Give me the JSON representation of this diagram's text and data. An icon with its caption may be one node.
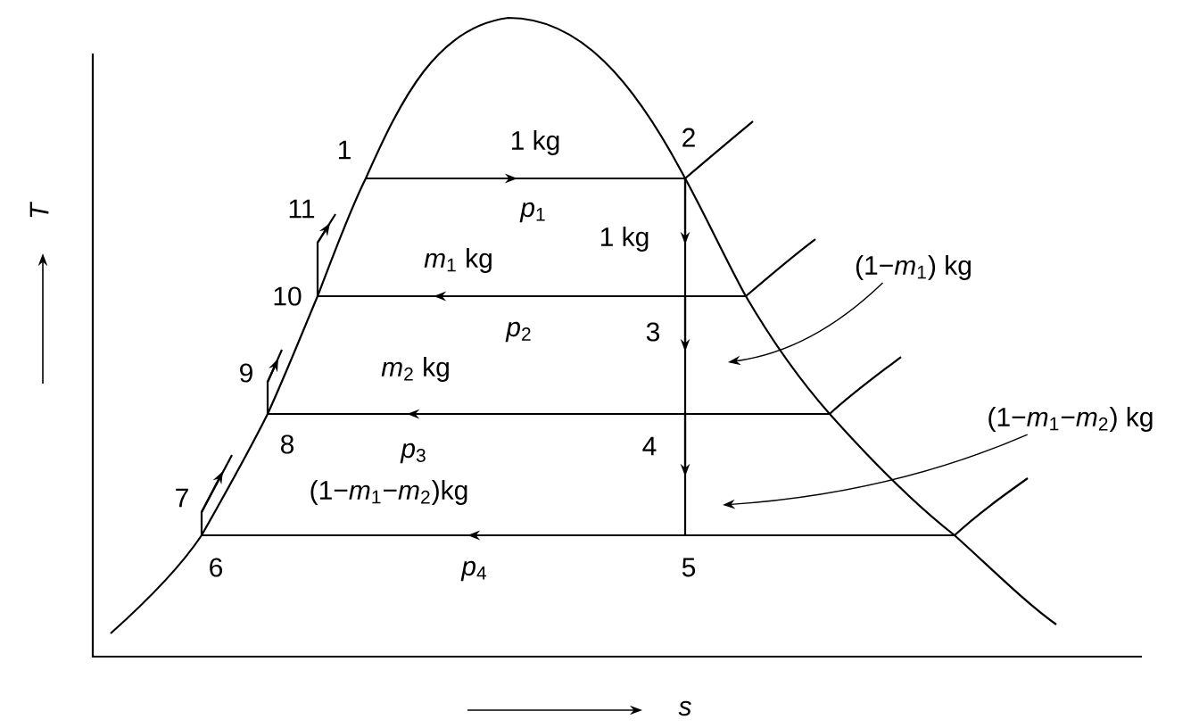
{
  "diagram": {
    "nodes": [
      {
        "text": [
          "(1−*m*$_{1}$) kg"
        ]
      },
      {
        "text": [
          "(1−*m*$_{1}$−*m*$_{2}$) kg"
        ]
      }
    ],
    "edges": [
      {
        "from": 0,
        "to": null,
        "arrow": "to"
      },
      {
        "from": 1,
        "to": null,
        "arrow": "to"
      }
    ],
    "labels": [
      "1",
      "1 kg",
      "2",
      "11",
      "*p*$_{1}$",
      "1 kg",
      "*m*$_{1}$ kg",
      "10",
      "*p*$_{2}$",
      "3",
      "9",
      "*m*$_{2}$ kg",
      "8",
      "*p*$_{3}$",
      "4",
      "7",
      "(1−*m*$_{1}$−*m*$_{2}$)kg",
      "6",
      "*p*$_{4}$",
      "5",
      "*T*",
      "*s*"
    ]
  }
}
